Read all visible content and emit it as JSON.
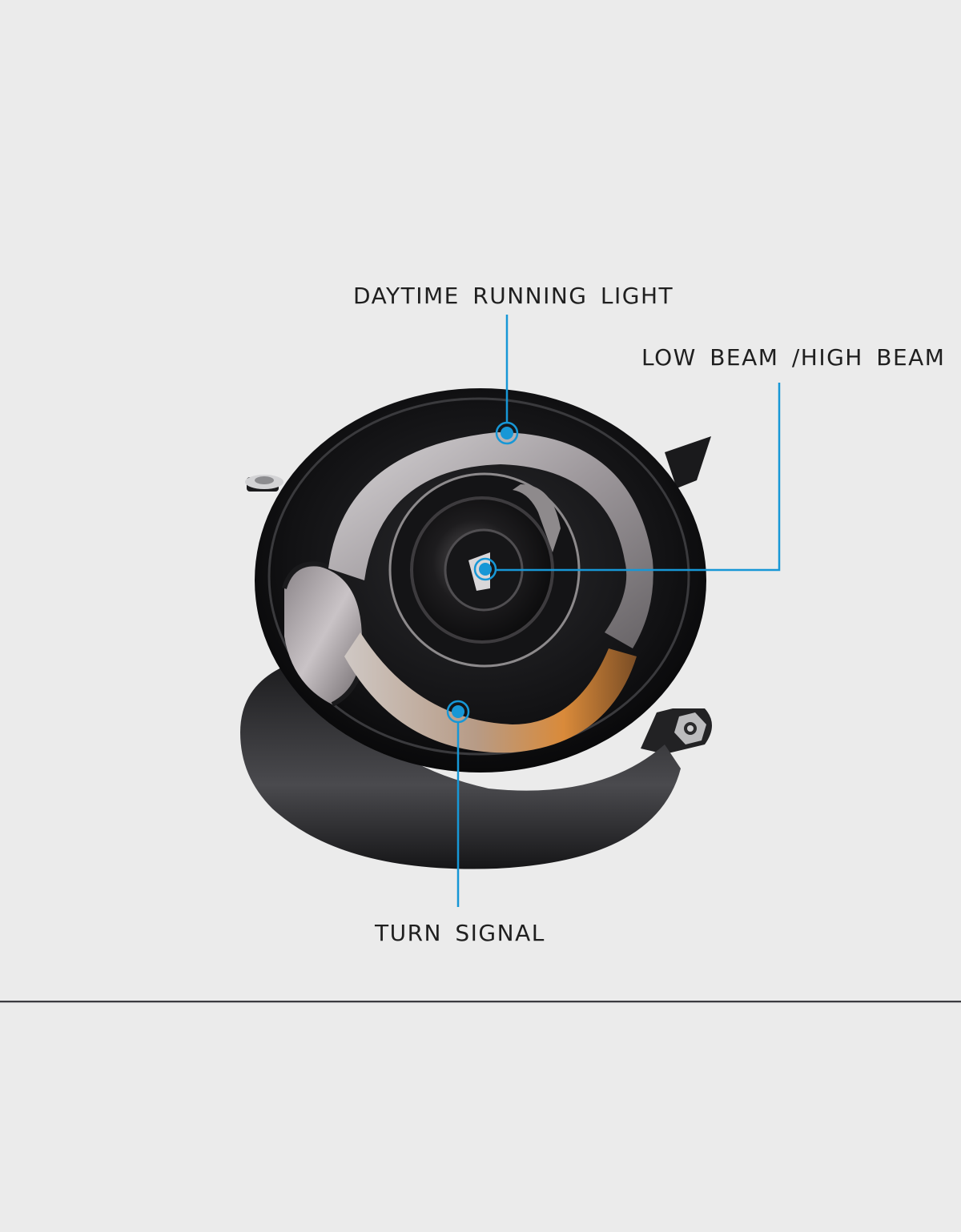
{
  "page": {
    "background": "#ebebeb",
    "divider_color": "#3c3c40"
  },
  "product": {
    "name": "headlight-assembly-photo"
  },
  "callouts": {
    "accent_color": "#1797d6",
    "drl": {
      "label": "DAYTIME RUNNING LIGHT"
    },
    "beam": {
      "label": "LOW BEAM /HIGH BEAM"
    },
    "turn": {
      "label": "TURN SIGNAL"
    }
  }
}
